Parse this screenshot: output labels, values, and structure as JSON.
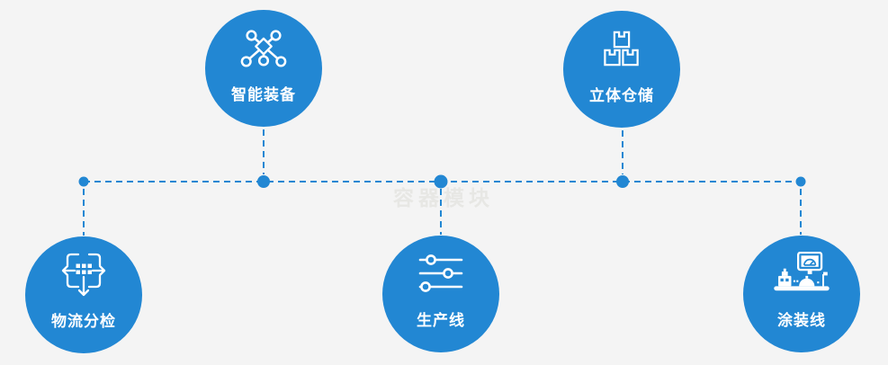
{
  "diagram": {
    "watermark": "容器模块",
    "colors": {
      "background": "#f4f4f4",
      "accent_blue": "#2287d3",
      "icon_white": "#ffffff",
      "watermark_gray": "#e7e7e4"
    },
    "nodes": [
      {
        "label": "智能装备",
        "icon": "network-nodes-icon",
        "position": "top-left"
      },
      {
        "label": "立体仓储",
        "icon": "stacked-boxes-icon",
        "position": "top-right"
      },
      {
        "label": "物流分检",
        "icon": "sorting-arrows-icon",
        "position": "bottom-left"
      },
      {
        "label": "生产线",
        "icon": "sliders-icon",
        "position": "bottom-center"
      },
      {
        "label": "涂装线",
        "icon": "control-station-icon",
        "position": "bottom-right"
      }
    ]
  }
}
